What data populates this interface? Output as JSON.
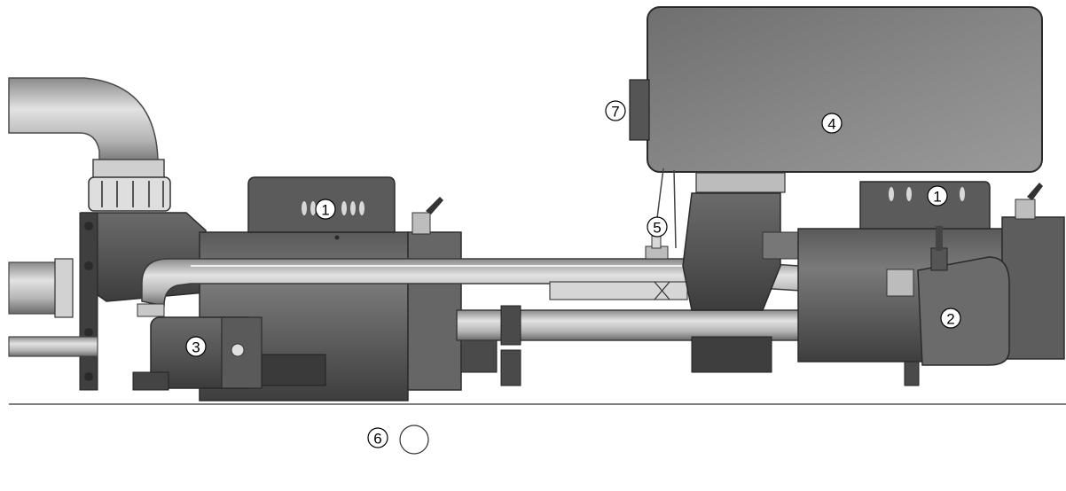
{
  "callouts": {
    "pump_motor_left": "1",
    "pump_motor_right": "1",
    "heater": "2",
    "circulation_pump": "3",
    "control_box": "4",
    "pressure_switch": "5",
    "ground_lug": "6",
    "side_panel": "7"
  },
  "colors": {
    "housing_dark": "#4a4a4a",
    "housing_mid": "#6e6e6e",
    "pipe_light": "#c9c9c9",
    "pipe_edge": "#3a3a3a",
    "control_box": "#7f7f7f",
    "baseline": "#555555"
  }
}
